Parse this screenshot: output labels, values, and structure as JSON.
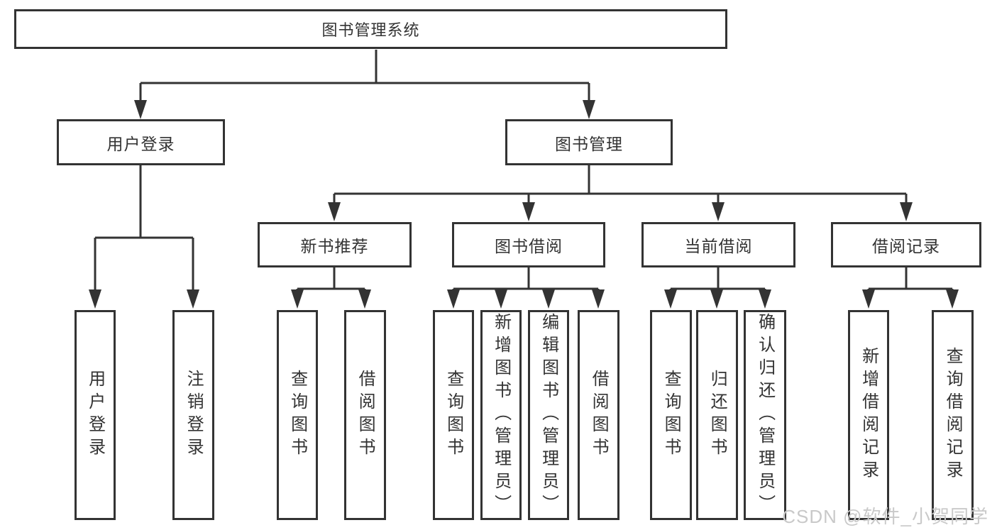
{
  "tree": {
    "root": "图书管理系统",
    "level2": [
      "用户登录",
      "图书管理"
    ],
    "level3": [
      "新书推荐",
      "图书借阅",
      "当前借阅",
      "借阅记录"
    ],
    "leaves": {
      "user_login": [
        "用户登录",
        "注销登录"
      ],
      "new_book_recommend": [
        "查询图书",
        "借阅图书"
      ],
      "book_borrow": [
        "查询图书",
        "新增图书（管理员）",
        "编辑图书（管理员）",
        "借阅图书"
      ],
      "current_borrow": [
        "查询图书",
        "归还图书",
        "确认归还（管理员）"
      ],
      "borrow_records": [
        "新增借阅记录",
        "查询借阅记录"
      ]
    }
  },
  "watermark": "CSDN @软件_小贺同学",
  "colors": {
    "line": "#333333",
    "box_border": "#333333",
    "box_fill": "#ffffff",
    "text": "#333333",
    "watermark_text": "#c9c9c9",
    "background": "#ffffff"
  }
}
